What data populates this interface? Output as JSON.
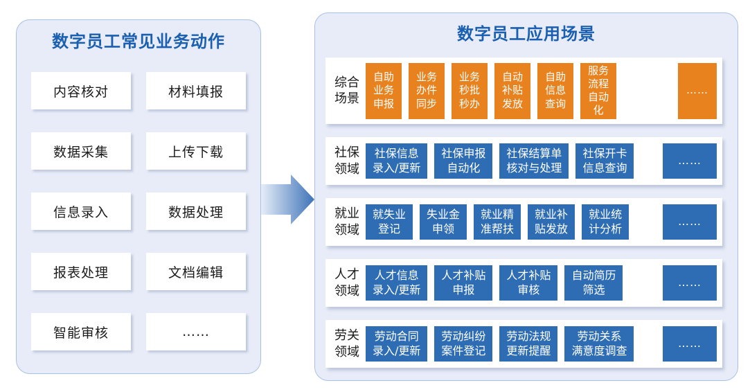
{
  "colors": {
    "panel_bg": "#E8ECF8",
    "panel_border": "#A6C1E6",
    "title_blue": "#1A5FB0",
    "orange": "#E8821E",
    "blue": "#2E6DB4",
    "text_dark": "#1A1A1A",
    "box_text": "#FFFFFF",
    "arrow_from": "#E6EDF8",
    "arrow_to": "#3E73B8"
  },
  "actions": {
    "title": "数字员工常见业务动作",
    "items": [
      "内容核对",
      "材料填报",
      "数据采集",
      "上传下载",
      "信息录入",
      "数据处理",
      "报表处理",
      "文档编辑",
      "智能审核",
      "……"
    ]
  },
  "arrow": {
    "icon": "right-arrow"
  },
  "scenarios": {
    "title": "数字员工应用场景",
    "rows": [
      {
        "label": "综合\n场景",
        "color": "orange",
        "boxes": [
          {
            "label": "自助\n业务\n申报"
          },
          {
            "label": "业务\n办件\n同步"
          },
          {
            "label": "业务\n秒批\n秒办"
          },
          {
            "label": "自动\n补贴\n发放"
          },
          {
            "label": "自助\n信息\n查询"
          },
          {
            "label": "服务\n流程\n自动\n化"
          },
          {
            "label": "……",
            "min_width": 56
          }
        ]
      },
      {
        "label": "社保\n领域",
        "color": "blue",
        "boxes": [
          {
            "label": "社保信息\n录入/更新"
          },
          {
            "label": "社保申报\n自动化"
          },
          {
            "label": "社保结算单\n核对与处理"
          },
          {
            "label": "社保开卡\n信息查询"
          },
          {
            "label": "……",
            "min_width": 78
          }
        ]
      },
      {
        "label": "就业\n领域",
        "color": "blue",
        "boxes": [
          {
            "label": "就失业\n登记"
          },
          {
            "label": "失业金\n申领"
          },
          {
            "label": "就业精\n准帮扶"
          },
          {
            "label": "就业补\n贴发放"
          },
          {
            "label": "就业统\n计分析"
          },
          {
            "label": "……",
            "min_width": 78
          }
        ]
      },
      {
        "label": "人才\n领域",
        "color": "blue",
        "boxes": [
          {
            "label": "人才信息\n录入/更新"
          },
          {
            "label": "人才补贴\n申报"
          },
          {
            "label": "人才补贴\n审核"
          },
          {
            "label": "自动简历\n筛选"
          },
          {
            "label": "……",
            "min_width": 78
          }
        ]
      },
      {
        "label": "劳关\n领域",
        "color": "blue",
        "boxes": [
          {
            "label": "劳动合同\n录入/更新"
          },
          {
            "label": "劳动纠纷\n案件登记"
          },
          {
            "label": "劳动法规\n更新提醒"
          },
          {
            "label": "劳动关系\n满意度调查"
          },
          {
            "label": "……",
            "min_width": 78
          }
        ]
      }
    ]
  }
}
